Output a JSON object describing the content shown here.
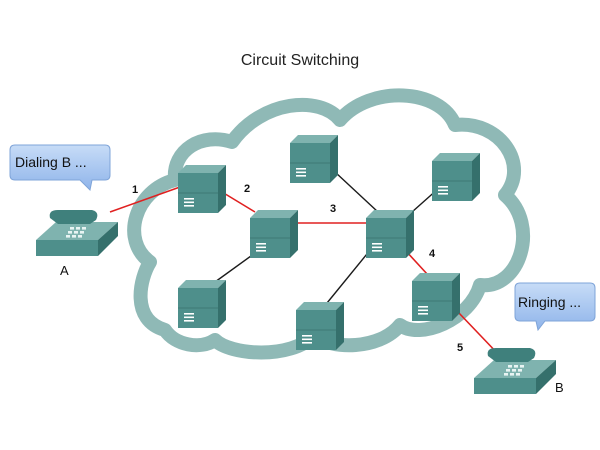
{
  "title": "Circuit Switching",
  "callouts": {
    "caller": "Dialing B ...",
    "callee": "Ringing ..."
  },
  "phones": {
    "a_label": "A",
    "b_label": "B"
  },
  "links": [
    "1",
    "2",
    "3",
    "4",
    "5"
  ],
  "colors": {
    "cloud": "#8fb9b6",
    "switch": "#4e8f8b",
    "circuit": "#e02020",
    "bubble": "#a8c8f0"
  }
}
